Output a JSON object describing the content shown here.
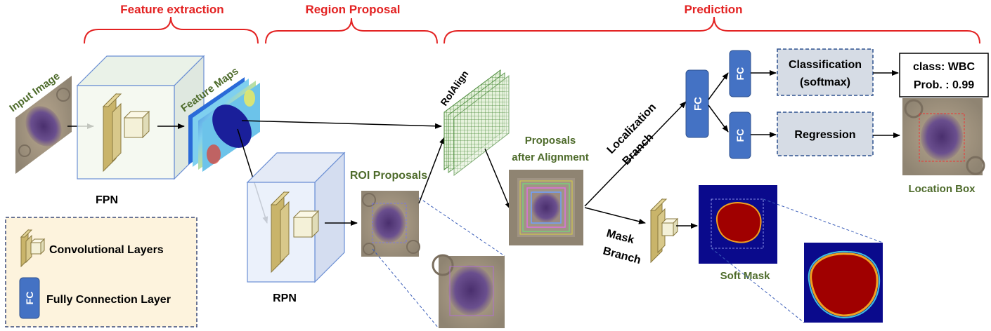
{
  "stages": {
    "feature_extraction": "Feature extraction",
    "region_proposal": "Region Proposal",
    "prediction": "Prediction"
  },
  "labels": {
    "input_image": "Input Image",
    "feature_maps": "Feature Maps",
    "fpn": "FPN",
    "rpn": "RPN",
    "roi_proposals": "ROI Proposals",
    "roialign": "RoIAlign",
    "proposals_after_alignment_1": "Proposals",
    "proposals_after_alignment_2": "after Alignment",
    "localization_branch_1": "Localization",
    "localization_branch_2": "Branch",
    "mask_branch_1": "Mask",
    "mask_branch_2": "Branch",
    "fc": "FC",
    "classification_1": "Classification",
    "classification_2": "(softmax)",
    "regression": "Regression",
    "class_output": "class: WBC",
    "prob_output": "Prob. : 0.99",
    "location_box": "Location Box",
    "soft_mask": "Soft Mask"
  },
  "legend": {
    "conv_layers": "Convolutional Layers",
    "fc_layer": "Fully Connection Layer",
    "fc_icon_text": "FC"
  },
  "colors": {
    "bracket_red": "#e32222",
    "label_green": "#4e6b2b",
    "fc_blue": "#4472c4",
    "dashed_box_fill": "#d6dce5",
    "legend_fill": "#fdf3dd",
    "conv_tan": "#c9b46a",
    "mask_navy": "#0a0a8c",
    "mask_red": "#a00000"
  }
}
